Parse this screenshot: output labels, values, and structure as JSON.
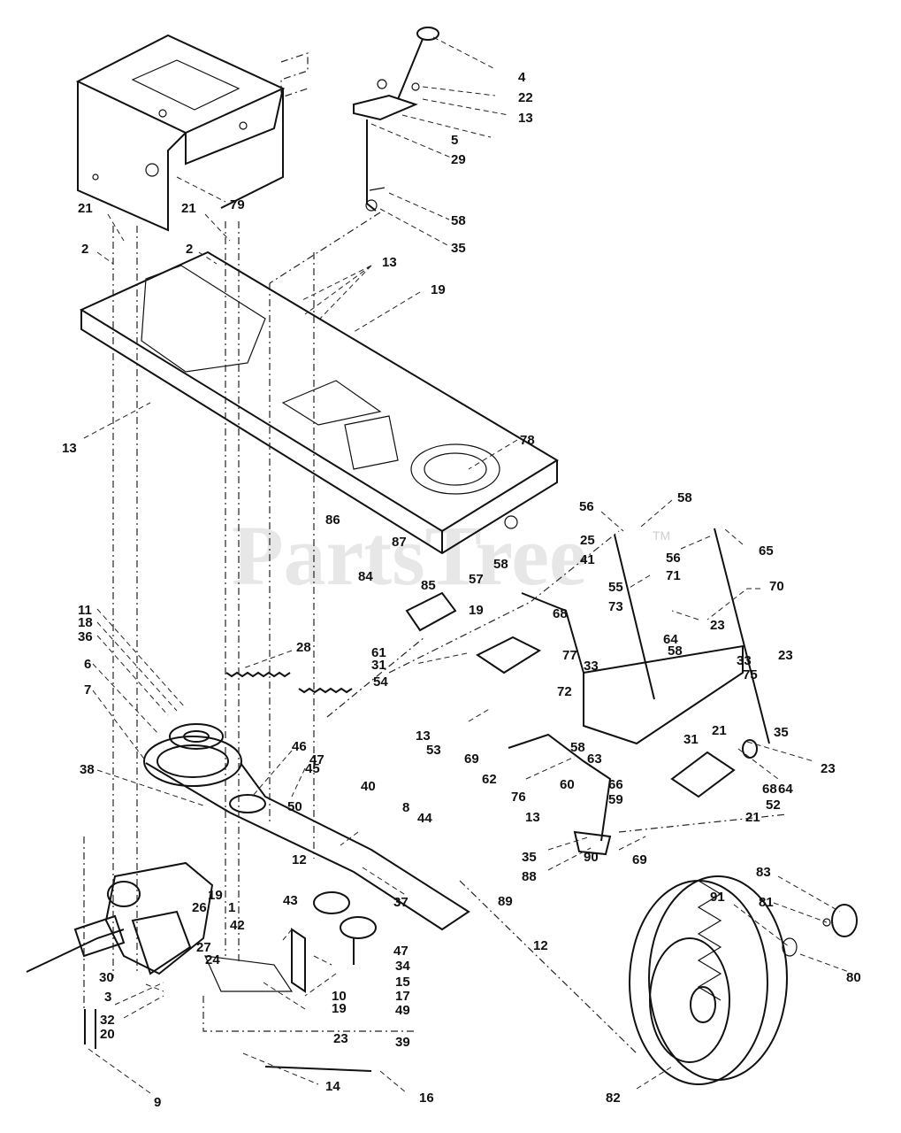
{
  "watermark": {
    "text": "PartsTree",
    "mark": "TM"
  },
  "callouts": [
    {
      "id": "c1",
      "text": "4"
    },
    {
      "id": "c2",
      "text": "22"
    },
    {
      "id": "c3",
      "text": "13"
    },
    {
      "id": "c4",
      "text": "5"
    },
    {
      "id": "c5",
      "text": "29"
    },
    {
      "id": "c6",
      "text": "79"
    },
    {
      "id": "c7",
      "text": "21"
    },
    {
      "id": "c8",
      "text": "21"
    },
    {
      "id": "c9",
      "text": "2"
    },
    {
      "id": "c10",
      "text": "2"
    },
    {
      "id": "c11",
      "text": "58"
    },
    {
      "id": "c12",
      "text": "35"
    },
    {
      "id": "c13",
      "text": "13"
    },
    {
      "id": "c14",
      "text": "19"
    },
    {
      "id": "c15",
      "text": "13"
    },
    {
      "id": "c16",
      "text": "78"
    },
    {
      "id": "c17",
      "text": "56"
    },
    {
      "id": "c18",
      "text": "58"
    },
    {
      "id": "c19",
      "text": "TM"
    },
    {
      "id": "c20",
      "text": "86"
    },
    {
      "id": "c21",
      "text": "87"
    },
    {
      "id": "c22",
      "text": "25"
    },
    {
      "id": "c23",
      "text": "41"
    },
    {
      "id": "c24",
      "text": "56"
    },
    {
      "id": "c25",
      "text": "65"
    },
    {
      "id": "c26",
      "text": "84"
    },
    {
      "id": "c27",
      "text": "85"
    },
    {
      "id": "c28",
      "text": "58"
    },
    {
      "id": "c29",
      "text": "57"
    },
    {
      "id": "c30",
      "text": "71"
    },
    {
      "id": "c31",
      "text": "70"
    },
    {
      "id": "c32",
      "text": "55"
    },
    {
      "id": "c33",
      "text": "73"
    },
    {
      "id": "c34",
      "text": "19"
    },
    {
      "id": "c35",
      "text": "68"
    },
    {
      "id": "c36",
      "text": "64"
    },
    {
      "id": "c37",
      "text": "23"
    },
    {
      "id": "c38",
      "text": "11"
    },
    {
      "id": "c39",
      "text": "18"
    },
    {
      "id": "c40",
      "text": "36"
    },
    {
      "id": "c41",
      "text": "28"
    },
    {
      "id": "c42",
      "text": "61"
    },
    {
      "id": "c43",
      "text": "33"
    },
    {
      "id": "c44",
      "text": "58"
    },
    {
      "id": "c45",
      "text": "77"
    },
    {
      "id": "c46",
      "text": "33"
    },
    {
      "id": "c47",
      "text": "75"
    },
    {
      "id": "c48",
      "text": "23"
    },
    {
      "id": "c49",
      "text": "6"
    },
    {
      "id": "c50",
      "text": "31"
    },
    {
      "id": "c51",
      "text": "54"
    },
    {
      "id": "c52",
      "text": "72"
    },
    {
      "id": "c53",
      "text": "13"
    },
    {
      "id": "c54",
      "text": "53"
    },
    {
      "id": "c55",
      "text": "7"
    },
    {
      "id": "c56",
      "text": "46"
    },
    {
      "id": "c57",
      "text": "47"
    },
    {
      "id": "c58",
      "text": "45"
    },
    {
      "id": "c59",
      "text": "69"
    },
    {
      "id": "c60",
      "text": "58"
    },
    {
      "id": "c61",
      "text": "63"
    },
    {
      "id": "c62",
      "text": "31"
    },
    {
      "id": "c63",
      "text": "21"
    },
    {
      "id": "c64",
      "text": "35"
    },
    {
      "id": "c65",
      "text": "38"
    },
    {
      "id": "c66",
      "text": "40"
    },
    {
      "id": "c67",
      "text": "62"
    },
    {
      "id": "c68",
      "text": "60"
    },
    {
      "id": "c69",
      "text": "66"
    },
    {
      "id": "c70",
      "text": "68"
    },
    {
      "id": "c71",
      "text": "64"
    },
    {
      "id": "c72",
      "text": "23"
    },
    {
      "id": "c73",
      "text": "50"
    },
    {
      "id": "c74",
      "text": "8"
    },
    {
      "id": "c75",
      "text": "76"
    },
    {
      "id": "c76",
      "text": "59"
    },
    {
      "id": "c77",
      "text": "52"
    },
    {
      "id": "c78",
      "text": "44"
    },
    {
      "id": "c79",
      "text": "13"
    },
    {
      "id": "c80",
      "text": "21"
    },
    {
      "id": "c81",
      "text": "12"
    },
    {
      "id": "c82",
      "text": "35"
    },
    {
      "id": "c83",
      "text": "90"
    },
    {
      "id": "c84",
      "text": "69"
    },
    {
      "id": "c85",
      "text": "88"
    },
    {
      "id": "c86",
      "text": "19"
    },
    {
      "id": "c87",
      "text": "43"
    },
    {
      "id": "c88",
      "text": "37"
    },
    {
      "id": "c89",
      "text": "89"
    },
    {
      "id": "c90",
      "text": "83"
    },
    {
      "id": "c91",
      "text": "26"
    },
    {
      "id": "c92",
      "text": "1"
    },
    {
      "id": "c93",
      "text": "42"
    },
    {
      "id": "c94",
      "text": "91"
    },
    {
      "id": "c95",
      "text": "81"
    },
    {
      "id": "c96",
      "text": "27"
    },
    {
      "id": "c97",
      "text": "47"
    },
    {
      "id": "c98",
      "text": "12"
    },
    {
      "id": "c99",
      "text": "24"
    },
    {
      "id": "c100",
      "text": "34"
    },
    {
      "id": "c101",
      "text": "30"
    },
    {
      "id": "c102",
      "text": "15"
    },
    {
      "id": "c103",
      "text": "80"
    },
    {
      "id": "c104",
      "text": "10"
    },
    {
      "id": "c105",
      "text": "3"
    },
    {
      "id": "c106",
      "text": "17"
    },
    {
      "id": "c107",
      "text": "49"
    },
    {
      "id": "c108",
      "text": "19"
    },
    {
      "id": "c109",
      "text": "32"
    },
    {
      "id": "c110",
      "text": "20"
    },
    {
      "id": "c111",
      "text": "23"
    },
    {
      "id": "c112",
      "text": "39"
    },
    {
      "id": "c113",
      "text": "14"
    },
    {
      "id": "c114",
      "text": "16"
    },
    {
      "id": "c115",
      "text": "9"
    },
    {
      "id": "c116",
      "text": "82"
    }
  ]
}
